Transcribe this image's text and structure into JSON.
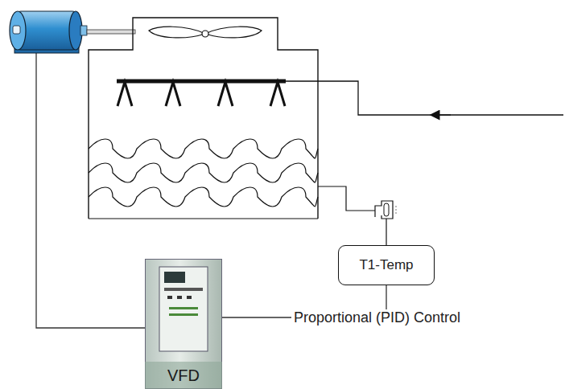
{
  "diagram": {
    "nodes": [
      {
        "text": [
          "T1-Temp"
        ]
      },
      {
        "text": [
          "VFD"
        ]
      }
    ],
    "edges": [
      {
        "from": 0,
        "to": 1,
        "arrow": "none",
        "label": "Proportional (PID) Control"
      }
    ]
  }
}
